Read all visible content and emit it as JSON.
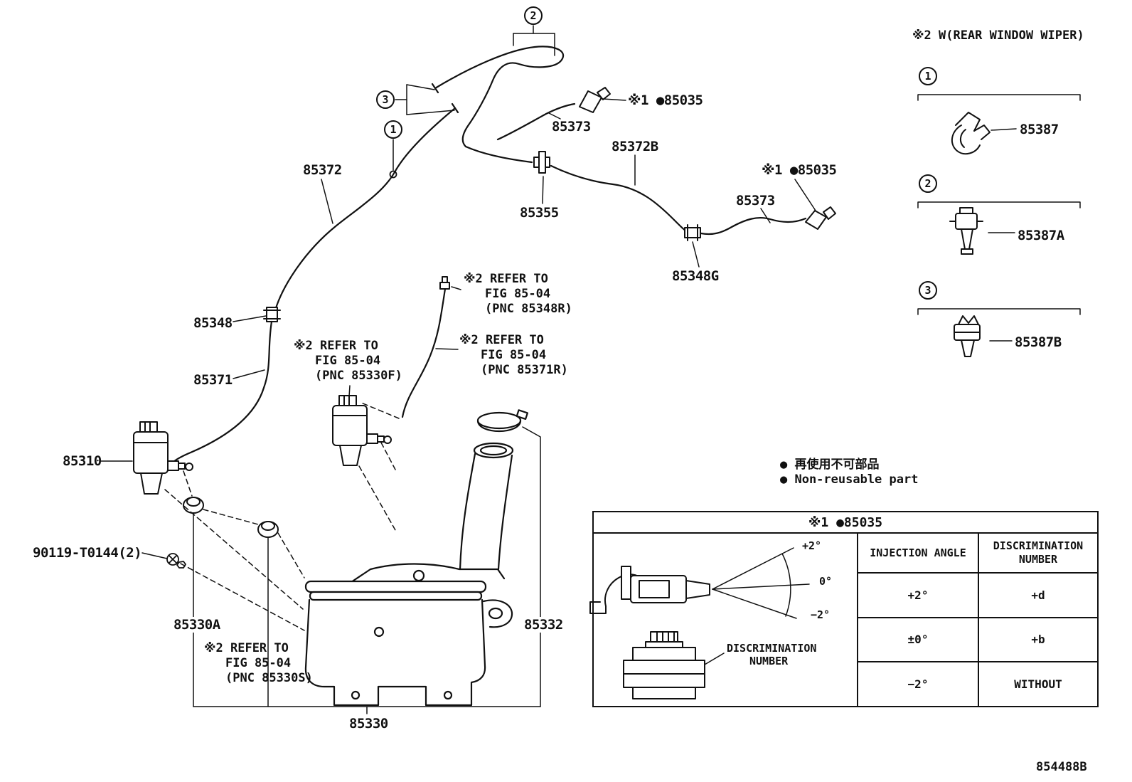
{
  "meta": {
    "doc_number": "854488B"
  },
  "notes": {
    "rear_wiper": "※2 W(REAR WINDOW WIPER)"
  },
  "legend": {
    "jp": "● 再使用不可部品",
    "en": "● Non-reusable part"
  },
  "callouts": {
    "c1": "1",
    "c2": "2",
    "c3": "3"
  },
  "part_labels": {
    "p85035_top": "※1 ●85035",
    "p85373_top": "85373",
    "p85372b": "85372B",
    "p85372": "85372",
    "p85355": "85355",
    "p85035_right": "※1 ●85035",
    "p85373_right": "85373",
    "p85348g": "85348G",
    "p85348": "85348",
    "p85371": "85371",
    "p85310": "85310",
    "p90119": "90119-T0144(2)",
    "p85330a": "85330A",
    "p85332": "85332",
    "p85330": "85330",
    "p85387": "85387",
    "p85387a": "85387A",
    "p85387b": "85387B"
  },
  "refer_notes": {
    "r85348r": {
      "l1": "※2 REFER TO",
      "l2": "FIG 85-04",
      "l3": "(PNC 85348R)"
    },
    "r85330f": {
      "l1": "※2 REFER TO",
      "l2": "FIG 85-04",
      "l3": "(PNC 85330F)"
    },
    "r85371r": {
      "l1": "※2 REFER TO",
      "l2": "FIG 85-04",
      "l3": "(PNC 85371R)"
    },
    "r85330s": {
      "l1": "※2 REFER TO",
      "l2": "FIG 85-04",
      "l3": "(PNC 85330S)"
    }
  },
  "table": {
    "title": "※1 ●85035",
    "headers": {
      "angle": "INJECTION ANGLE",
      "disc": "DISCRIMINATION NUMBER"
    },
    "rows": [
      {
        "angle": "+2°",
        "disc": "+d"
      },
      {
        "angle": "±0°",
        "disc": "+b"
      },
      {
        "angle": "−2°",
        "disc": "WITHOUT"
      }
    ],
    "annotations": {
      "plus2": "+2°",
      "zero": "0°",
      "minus2": "−2°",
      "disc_l1": "DISCRIMINATION",
      "disc_l2": "NUMBER"
    }
  }
}
